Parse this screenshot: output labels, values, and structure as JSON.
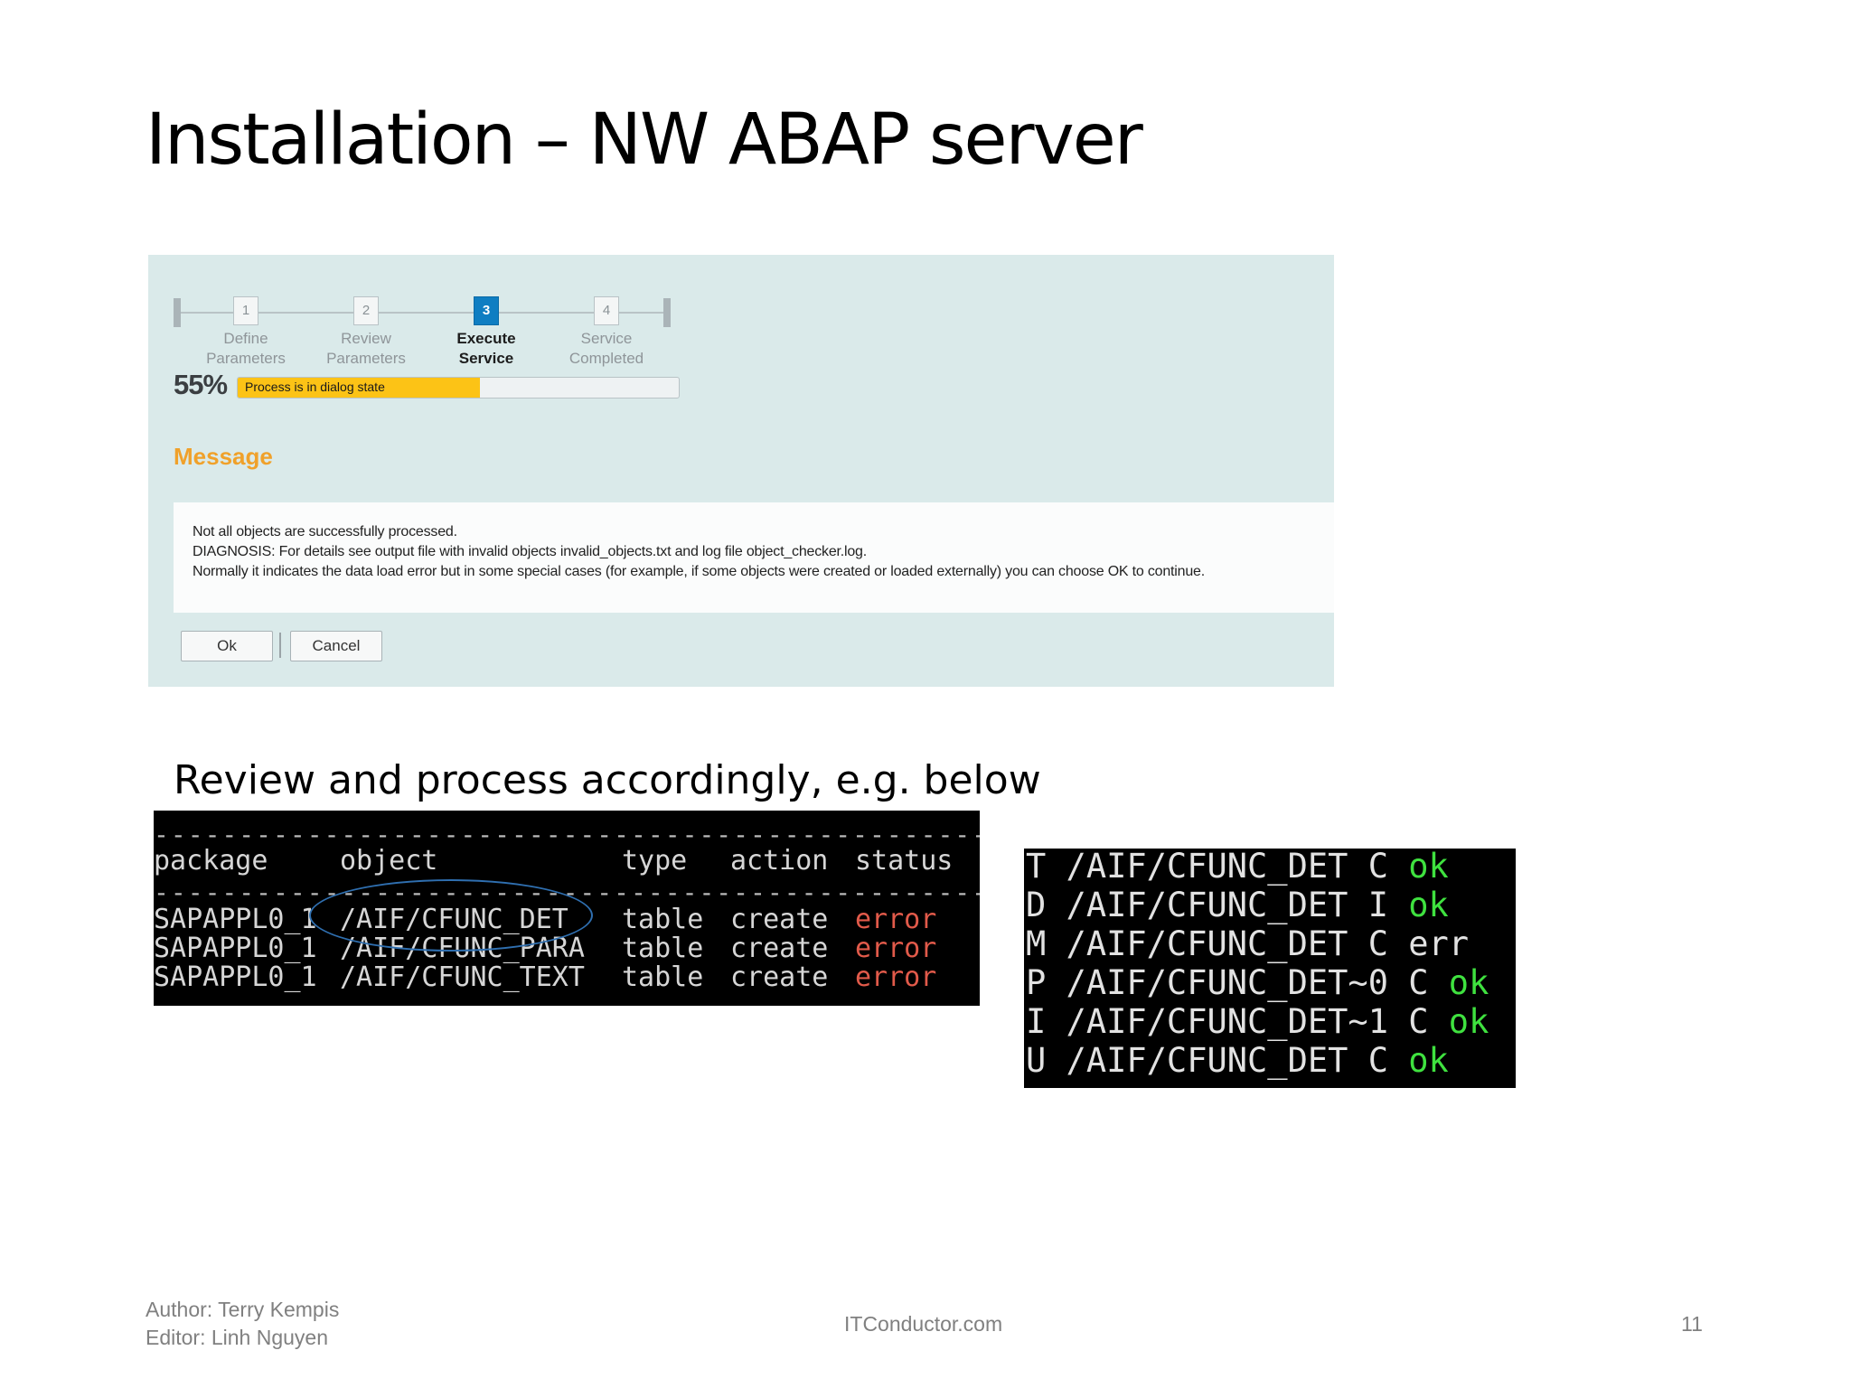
{
  "slide": {
    "title": "Installation – NW ABAP server"
  },
  "wizard": {
    "steps": [
      {
        "number": "1",
        "line1": "Define",
        "line2": "Parameters",
        "state": "done"
      },
      {
        "number": "2",
        "line1": "Review",
        "line2": "Parameters",
        "state": "done"
      },
      {
        "number": "3",
        "line1": "Execute",
        "line2": "Service",
        "state": "active"
      },
      {
        "number": "4",
        "line1": "Service",
        "line2": "Completed",
        "state": "pending"
      }
    ],
    "progress": {
      "percent_label": "55%",
      "fraction": 0.55,
      "status_text": "Process is in dialog state"
    },
    "message_heading": "Message",
    "message_lines": [
      "Not all objects are successfully processed.",
      "DIAGNOSIS: For details see output file with invalid objects invalid_objects.txt and log file object_checker.log.",
      "Normally it indicates the data load error but in some special cases (for example, if some objects were created or loaded externally) you can choose OK to continue."
    ],
    "buttons": {
      "ok": "Ok",
      "cancel": "Cancel"
    }
  },
  "caption": "Review and process accordingly, e.g. below",
  "terminal_checker": {
    "headers": {
      "package": "package",
      "object": "object",
      "type": "type",
      "action": "action",
      "status": "status"
    },
    "rows": [
      {
        "package": "SAPAPPL0_1",
        "object": "/AIF/CFUNC_DET",
        "type": "table",
        "action": "create",
        "status": "error"
      },
      {
        "package": "SAPAPPL0_1",
        "object": "/AIF/CFUNC_PARA",
        "type": "table",
        "action": "create",
        "status": "error"
      },
      {
        "package": "SAPAPPL0_1",
        "object": "/AIF/CFUNC_TEXT",
        "type": "table",
        "action": "create",
        "status": "error"
      }
    ],
    "dash_line": "------------------------------------------------------------"
  },
  "terminal_results": {
    "rows": [
      {
        "cmd": "T /AIF/CFUNC_DET C ",
        "result": "ok",
        "ok": true
      },
      {
        "cmd": "D /AIF/CFUNC_DET I ",
        "result": "ok",
        "ok": true
      },
      {
        "cmd": "M /AIF/CFUNC_DET C ",
        "result": "err",
        "ok": false
      },
      {
        "cmd": "P /AIF/CFUNC_DET~0 C ",
        "result": "ok",
        "ok": true
      },
      {
        "cmd": "I /AIF/CFUNC_DET~1 C ",
        "result": "ok",
        "ok": true
      },
      {
        "cmd": "U /AIF/CFUNC_DET C ",
        "result": "ok",
        "ok": true
      }
    ]
  },
  "footer": {
    "author": "Author: Terry Kempis",
    "editor": "Editor: Linh Nguyen",
    "site": "ITConductor.com",
    "page": "11"
  },
  "colors": {
    "panel_bg": "#daeaea",
    "active_step": "#0f7ec2",
    "progress_fill": "#fcc316",
    "message_heading": "#f0a12a",
    "terminal_error": "#e15a4a",
    "terminal_ok": "#3fe13f"
  }
}
